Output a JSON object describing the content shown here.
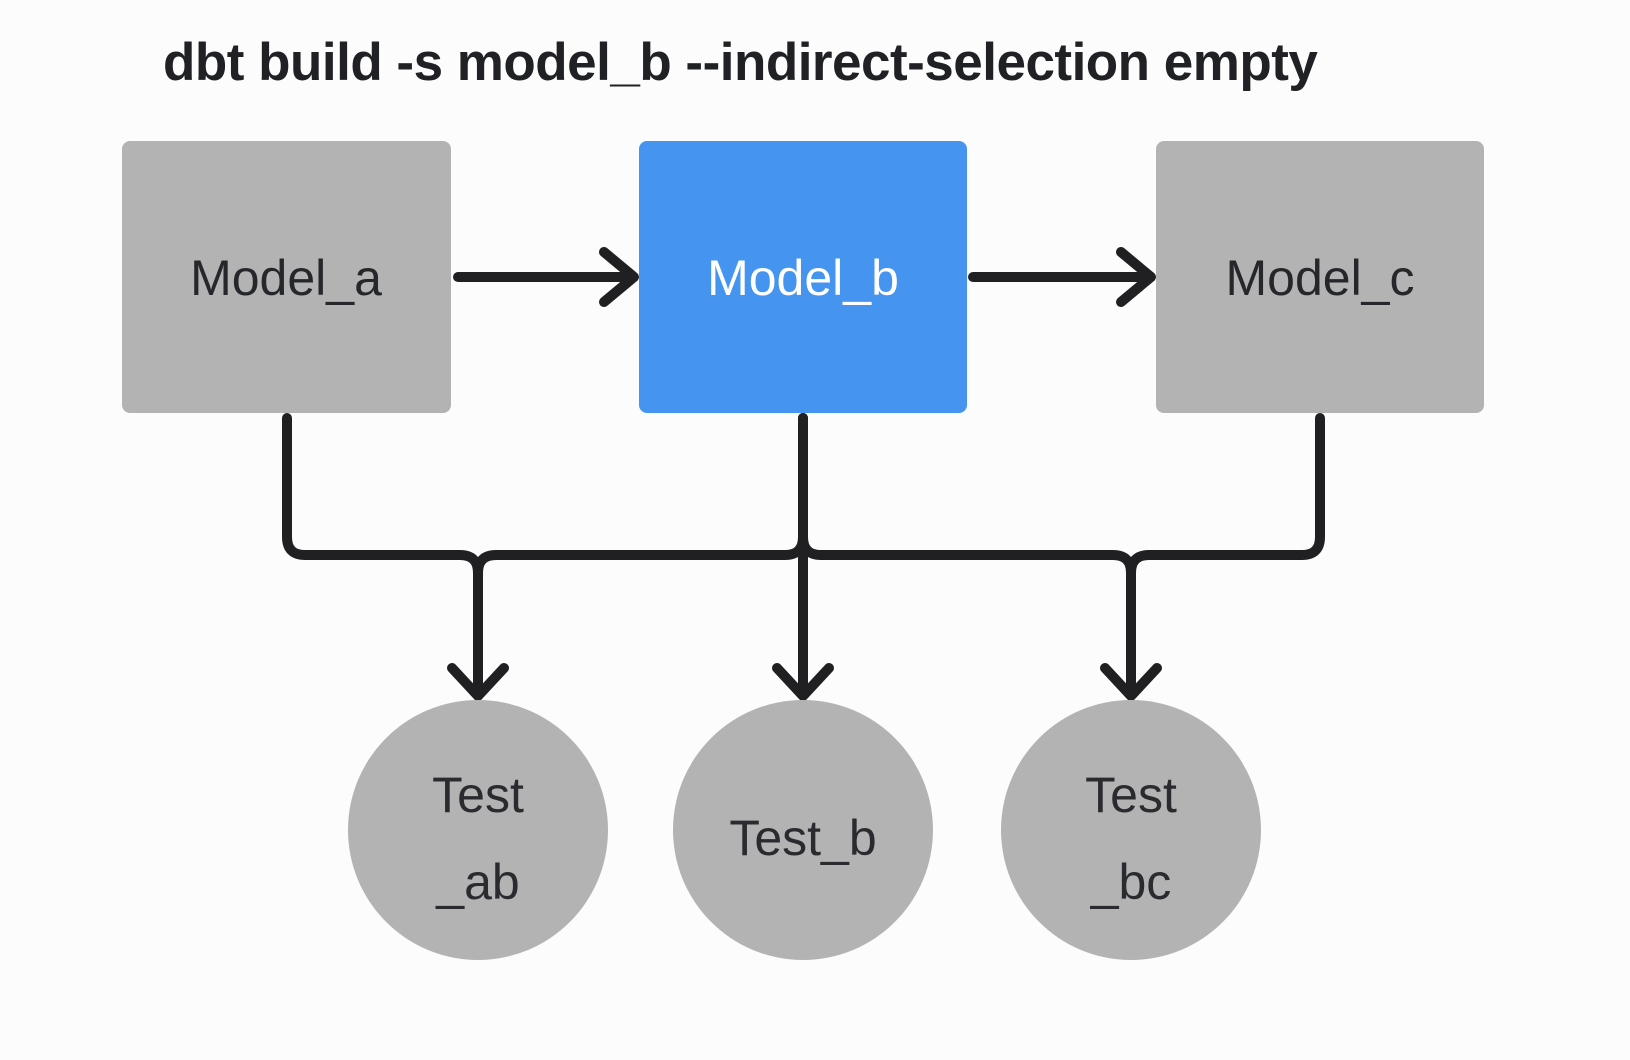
{
  "title": "dbt build -s model_b --indirect-selection empty",
  "nodes": {
    "models": [
      {
        "label": "Model_a",
        "type": "model",
        "state": "unselected"
      },
      {
        "label": "Model_b",
        "type": "model",
        "state": "selected"
      },
      {
        "label": "Model_c",
        "type": "model",
        "state": "unselected"
      }
    ],
    "tests": [
      {
        "name": "Test_ab",
        "line1": "Test",
        "line2": "_ab"
      },
      {
        "name": "Test_b",
        "line1": "Test_b",
        "line2": ""
      },
      {
        "name": "Test_bc",
        "line1": "Test",
        "line2": "_bc"
      }
    ]
  },
  "edges": [
    {
      "from": "Model_a",
      "to": "Model_b"
    },
    {
      "from": "Model_b",
      "to": "Model_c"
    },
    {
      "from": "Model_a, Model_b",
      "to": "Test_ab"
    },
    {
      "from": "Model_b",
      "to": "Test_b"
    },
    {
      "from": "Model_b, Model_c",
      "to": "Test_bc"
    }
  ],
  "colors": {
    "background": "#fcfcfc",
    "node-gray": "#b3b3b3",
    "node-selected": "#4494f0",
    "edge": "#202022",
    "title-text": "#202124",
    "model-text": "#26272b",
    "model-text-selected": "#ffffff",
    "test-text": "#2a2b2e"
  }
}
